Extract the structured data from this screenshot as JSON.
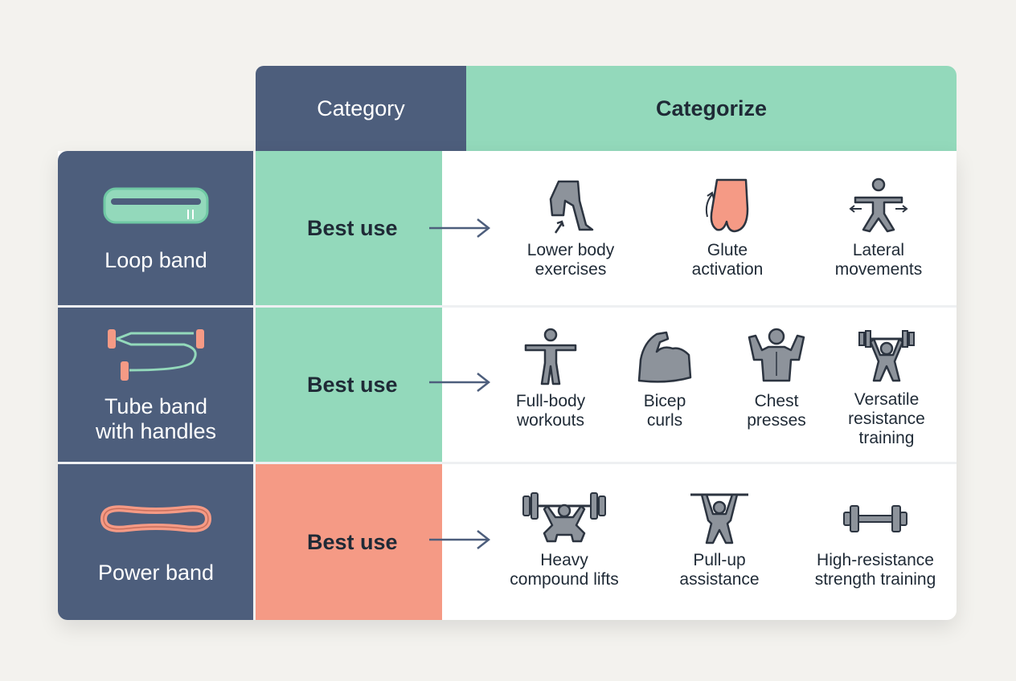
{
  "header": {
    "category": "Category",
    "categorize": "Categorize"
  },
  "colors": {
    "navy": "#4d5e7c",
    "mint": "#93d9bb",
    "salmon": "#f59a85",
    "icon_gray": "#8d939b"
  },
  "rows": [
    {
      "band": "Loop band",
      "band_icon": "loop-band-icon",
      "use_label": "Best use",
      "items": [
        {
          "label": "Lower body\nexercises",
          "icon": "lower-body-icon"
        },
        {
          "label": "Glute\nactivation",
          "icon": "glute-icon"
        },
        {
          "label": "Lateral\nmovements",
          "icon": "lateral-movement-icon"
        }
      ]
    },
    {
      "band": "Tube band\nwith handles",
      "band_icon": "tube-band-icon",
      "use_label": "Best use",
      "items": [
        {
          "label": "Full-body\nworkouts",
          "icon": "full-body-icon"
        },
        {
          "label": "Bicep\ncurls",
          "icon": "bicep-icon"
        },
        {
          "label": "Chest\npresses",
          "icon": "chest-icon"
        },
        {
          "label": "Versatile\nresistance\ntraining",
          "icon": "overhead-press-icon"
        }
      ]
    },
    {
      "band": "Power band",
      "band_icon": "power-band-icon",
      "use_label": "Best use",
      "items": [
        {
          "label": "Heavy\ncompound lifts",
          "icon": "squat-barbell-icon"
        },
        {
          "label": "Pull-up\nassistance",
          "icon": "pull-up-icon"
        },
        {
          "label": "High-resistance\nstrength training",
          "icon": "dumbbell-icon"
        }
      ]
    }
  ]
}
